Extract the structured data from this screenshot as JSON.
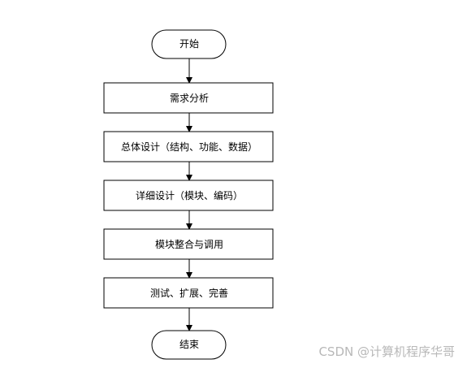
{
  "flowchart": {
    "nodes": [
      {
        "id": "start",
        "shape": "terminal",
        "label": "开始"
      },
      {
        "id": "req",
        "shape": "process",
        "label": "需求分析"
      },
      {
        "id": "overall",
        "shape": "process",
        "label": "总体设计（结构、功能、数据）"
      },
      {
        "id": "detail",
        "shape": "process",
        "label": "详细设计（模块、编码）"
      },
      {
        "id": "integrate",
        "shape": "process",
        "label": "模块整合与调用"
      },
      {
        "id": "test",
        "shape": "process",
        "label": "测试、扩展、完善"
      },
      {
        "id": "end",
        "shape": "terminal",
        "label": "结束"
      }
    ],
    "edges": [
      {
        "from": "start",
        "to": "req"
      },
      {
        "from": "req",
        "to": "overall"
      },
      {
        "from": "overall",
        "to": "detail"
      },
      {
        "from": "detail",
        "to": "integrate"
      },
      {
        "from": "integrate",
        "to": "test"
      },
      {
        "from": "test",
        "to": "end"
      }
    ]
  },
  "watermark": "CSDN @计算机程序华哥"
}
